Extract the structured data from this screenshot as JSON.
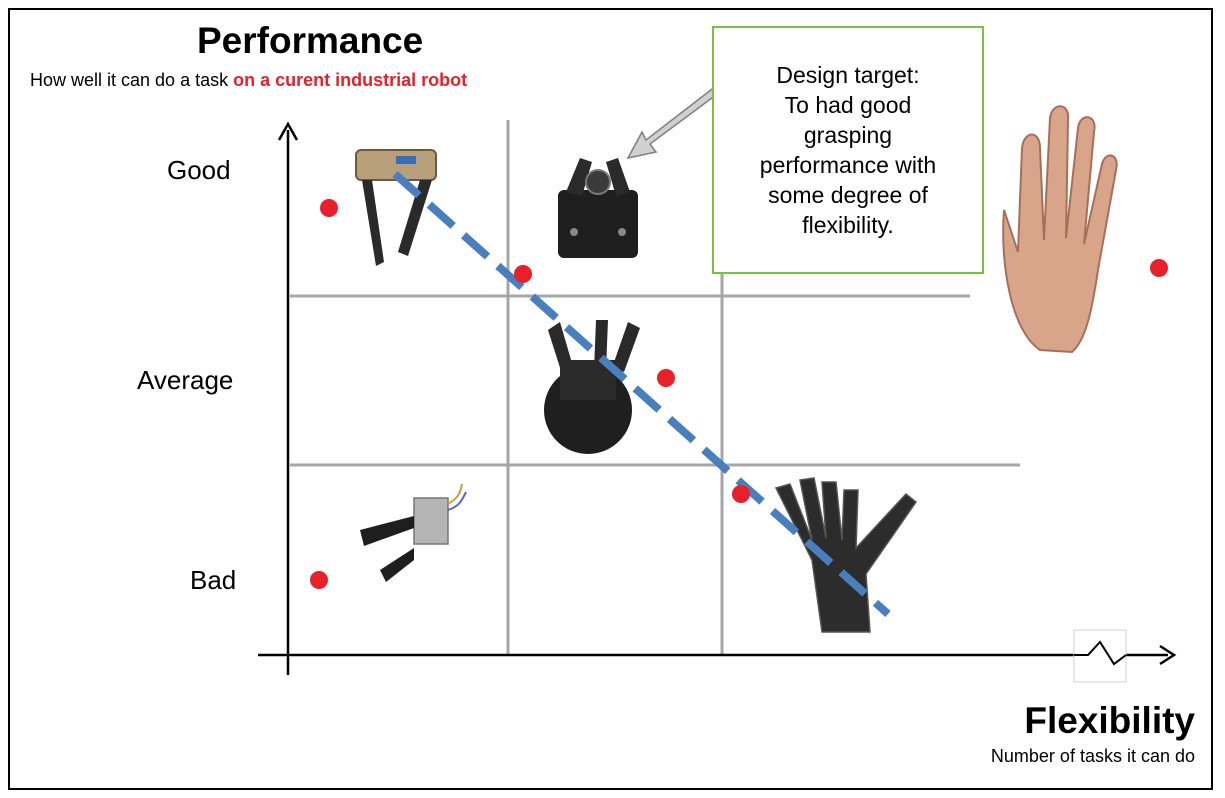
{
  "diagram": {
    "y_axis": {
      "title": "Performance",
      "subtitle_plain": "How well it can do a task ",
      "subtitle_highlight": "on a curent industrial robot",
      "levels": [
        "Good",
        "Average",
        "Bad"
      ]
    },
    "x_axis": {
      "title": "Flexibility",
      "subtitle": "Number  of tasks it can do"
    },
    "callout": {
      "text": "Design target:\nTo had good\ngrasping\nperformance with\nsome degree of\nflexibility."
    },
    "items": [
      {
        "name": "parallel-gripper",
        "icon": "parallel-jaw-gripper-icon"
      },
      {
        "name": "robotiq-2-finger",
        "icon": "robotiq-gripper-icon"
      },
      {
        "name": "human-hand",
        "icon": "human-hand-icon"
      },
      {
        "name": "3-finger-gripper",
        "icon": "three-finger-gripper-icon"
      },
      {
        "name": "small-servo-gripper",
        "icon": "servo-gripper-icon"
      },
      {
        "name": "dexterous-robot-hand",
        "icon": "robot-hand-icon"
      }
    ],
    "colors": {
      "dot": "#e8202a",
      "trend_line": "#4a7fbf",
      "callout_border": "#7ac043",
      "highlight_text": "#e8202a",
      "grid": "#a6a6a6"
    }
  }
}
